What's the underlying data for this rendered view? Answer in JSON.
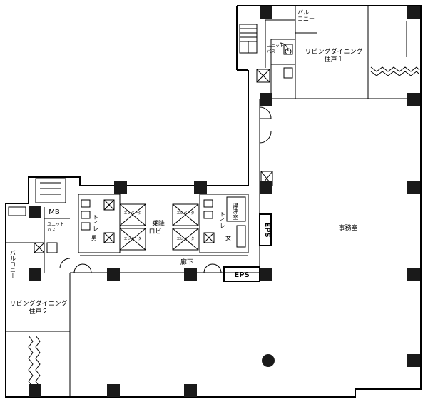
{
  "labels": {
    "balcony_1": "バル\nコニー",
    "unit_bath_1": "ユニット\nバス",
    "living_1_line1": "リビングダイニング",
    "living_1_line2": "住戸１",
    "office": "事務室",
    "eps_vertical": "EPS",
    "eps_horizontal": "EPS",
    "kitchenette": "湯沸室",
    "elevator": "エレベータ",
    "lobby_line1": "乗降",
    "lobby_line2": "ロビー",
    "toilet_male_line1": "トイレ",
    "toilet_male_line2": "男",
    "toilet_female_line1": "トイレ",
    "toilet_female_line2": "女",
    "corridor": "廊下",
    "mb": "MB",
    "unit_bath_2": "ユニット\nバス",
    "balcony_2": "バルコニー",
    "living_2_line1": "リビングダイニング",
    "living_2_line2": "住戸２"
  },
  "colors": {
    "wall": "#000000",
    "column": "#1a1a1a",
    "background": "#ffffff"
  }
}
